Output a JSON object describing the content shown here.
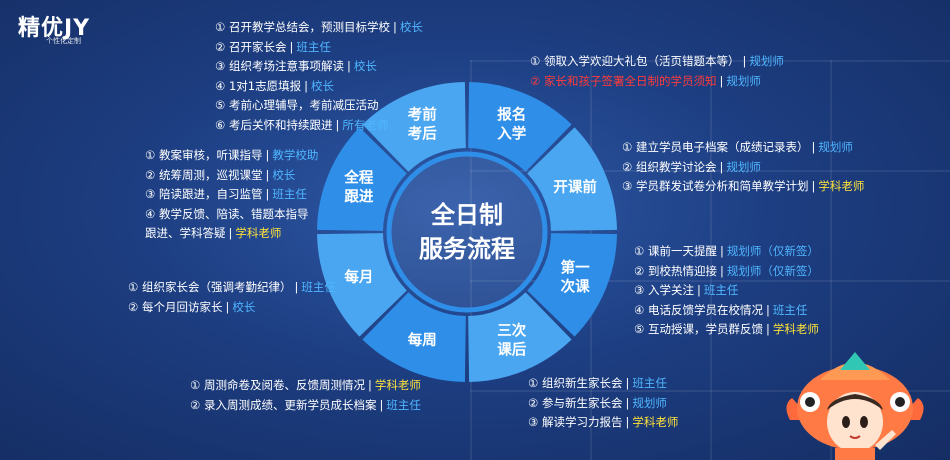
{
  "logo": {
    "main": "精优JY",
    "sub": "个性化定制"
  },
  "center": {
    "line1": "全日制",
    "line2": "服务流程"
  },
  "wheel": {
    "segments": [
      {
        "label": [
          "报名",
          "入学"
        ]
      },
      {
        "label": [
          "开课前"
        ]
      },
      {
        "label": [
          "第一",
          "次课"
        ]
      },
      {
        "label": [
          "三次",
          "课后"
        ]
      },
      {
        "label": [
          "每周"
        ]
      },
      {
        "label": [
          "每月"
        ]
      },
      {
        "label": [
          "全程",
          "跟进"
        ]
      },
      {
        "label": [
          "考前",
          "考后"
        ]
      }
    ]
  },
  "blocks": {
    "exam": [
      {
        "text": "① 召开教学总结会，预测目标学校",
        "role": "校长",
        "color": "blue"
      },
      {
        "text": "② 召开家长会",
        "role": "班主任",
        "color": "blue"
      },
      {
        "text": "③ 组织考场注意事项解读",
        "role": "校长",
        "color": "blue"
      },
      {
        "text": "④ 1对1志愿填报",
        "role": "校长",
        "color": "blue"
      },
      {
        "text": "⑤ 考前心理辅导，考前减压活动",
        "role": "",
        "color": ""
      },
      {
        "text": "⑥ 考后关怀和持续跟进",
        "role": "所有老师",
        "color": "blue"
      }
    ],
    "enroll": [
      {
        "text": "① 领取入学欢迎大礼包（活页错题本等）",
        "role": "规划师",
        "color": "blue"
      },
      {
        "text": "② 家长和孩子签署全日制的学员须知",
        "role": "规划师",
        "color": "blue",
        "red": true
      }
    ],
    "before": [
      {
        "text": "① 建立学员电子档案（成绩记录表）",
        "role": "规划师",
        "color": "blue"
      },
      {
        "text": "② 组织教学讨论会",
        "role": "规划师",
        "color": "blue"
      },
      {
        "text": "③ 学员群发试卷分析和简单教学计划",
        "role": "学科老师",
        "color": "yellow"
      }
    ],
    "first": [
      {
        "text": "① 课前一天提醒",
        "role": "规划师（仅新签）",
        "color": "blue"
      },
      {
        "text": "② 到校热情迎接",
        "role": "规划师（仅新签）",
        "color": "blue"
      },
      {
        "text": "③ 入学关注",
        "role": "班主任",
        "color": "blue"
      },
      {
        "text": "④ 电话反馈学员在校情况",
        "role": "班主任",
        "color": "blue"
      },
      {
        "text": "⑤ 互动授课，学员群反馈",
        "role": "学科老师",
        "color": "yellow"
      }
    ],
    "third": [
      {
        "text": "① 组织新生家长会",
        "role": "班主任",
        "color": "blue"
      },
      {
        "text": "② 参与新生家长会",
        "role": "规划师",
        "color": "blue"
      },
      {
        "text": "③ 解读学习力报告",
        "role": "学科老师",
        "color": "yellow"
      }
    ],
    "weekly": [
      {
        "text": "① 周测命卷及阅卷、反馈周测情况",
        "role": "学科老师",
        "color": "yellow"
      },
      {
        "text": "② 录入周测成绩、更新学员成长档案",
        "role": "班主任",
        "color": "blue"
      }
    ],
    "monthly": [
      {
        "text": "① 组织家长会（强调考勤纪律）",
        "role": "班主任",
        "color": "blue"
      },
      {
        "text": "② 每个月回访家长",
        "role": "校长",
        "color": "blue"
      }
    ],
    "whole": [
      {
        "text": "① 教案审核，听课指导",
        "role": "教学校助",
        "color": "blue"
      },
      {
        "text": "② 统筹周测，巡视课堂",
        "role": "校长",
        "color": "blue"
      },
      {
        "text": "③ 陪读跟进，自习监管",
        "role": "班主任",
        "color": "blue"
      },
      {
        "text": "④ 教学反馈、陪读、错题本指导",
        "role": "",
        "color": ""
      },
      {
        "text": "   跟进、学科答疑",
        "role": "学科老师",
        "color": "yellow"
      }
    ]
  },
  "colors": {
    "ring": "#2f8fe8",
    "ring_light": "#4aa6f0",
    "blue_role": "#4fb6ff",
    "yellow_role": "#ffe23a",
    "red_text": "#ff3b3b"
  }
}
